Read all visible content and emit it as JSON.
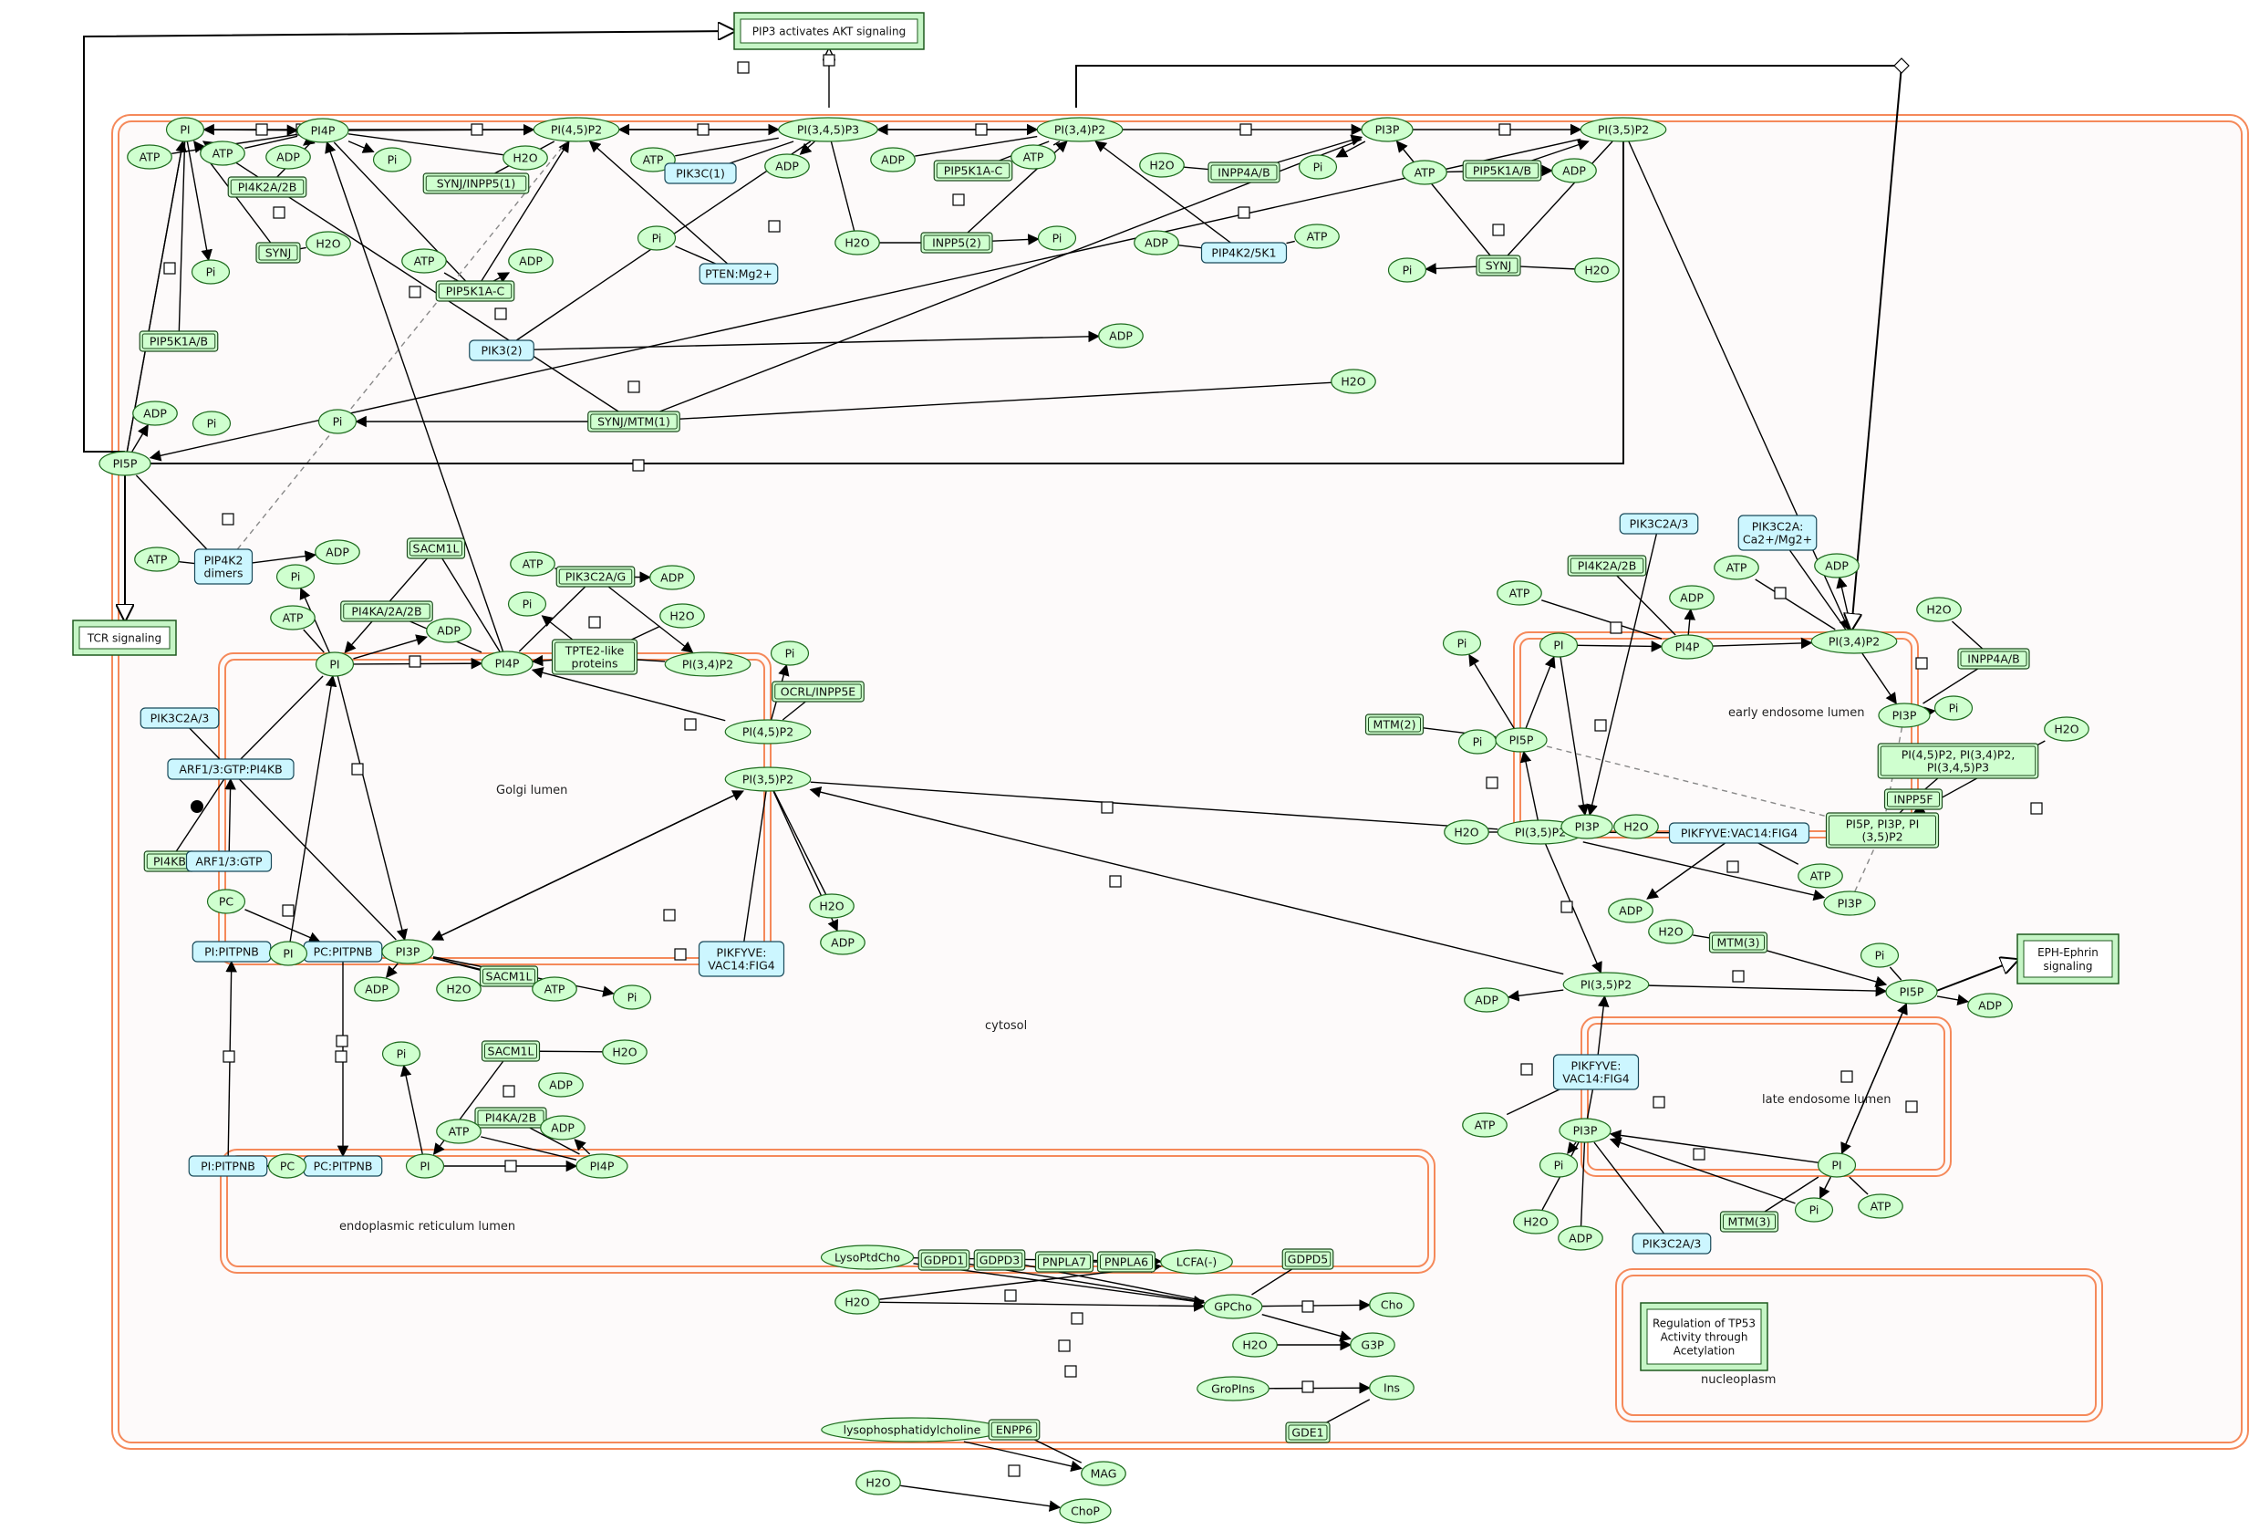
{
  "diagram": {
    "compartments": [
      {
        "id": "cytosol",
        "label": "cytosol"
      },
      {
        "id": "golgi",
        "label": "Golgi lumen"
      },
      {
        "id": "er",
        "label": "endoplasmic reticulum lumen"
      },
      {
        "id": "ee",
        "label": "early endosome lumen"
      },
      {
        "id": "le",
        "label": "late endosome lumen"
      },
      {
        "id": "nuc",
        "label": "nucleoplasm"
      }
    ],
    "pathways": [
      {
        "id": "akt",
        "label": "PIP3 activates AKT signaling"
      },
      {
        "id": "tcr",
        "label": "TCR signaling"
      },
      {
        "id": "eph",
        "label": "EPH-Ephrin signaling",
        "lines": [
          "EPH-Ephrin",
          "signaling"
        ]
      },
      {
        "id": "tp53",
        "label": "Regulation of TP53 Activity through Acetylation",
        "lines": [
          "Regulation of TP53",
          "Activity through",
          "Acetylation"
        ]
      }
    ],
    "nodes": [
      {
        "id": "pi_a",
        "type": "chem",
        "label": "PI"
      },
      {
        "id": "pi4p_a",
        "type": "chem",
        "label": "PI4P"
      },
      {
        "id": "pi45p2_a",
        "type": "chem",
        "label": "PI(4,5)P2"
      },
      {
        "id": "pi345p3_a",
        "type": "chem",
        "label": "PI(3,4,5)P3"
      },
      {
        "id": "pi34p2_a",
        "type": "chem",
        "label": "PI(3,4)P2"
      },
      {
        "id": "pi3p_a",
        "type": "chem",
        "label": "PI3P"
      },
      {
        "id": "pi35p2_a",
        "type": "chem",
        "label": "PI(3,5)P2"
      },
      {
        "id": "atp_1",
        "type": "chem",
        "label": "ATP"
      },
      {
        "id": "atp_2",
        "type": "chem",
        "label": "ATP"
      },
      {
        "id": "adp_1",
        "type": "chem",
        "label": "ADP"
      },
      {
        "id": "h2o_1",
        "type": "chem",
        "label": "H2O"
      },
      {
        "id": "pi_p1",
        "type": "chem",
        "label": "Pi"
      },
      {
        "id": "pi_p2",
        "type": "chem",
        "label": "Pi"
      },
      {
        "id": "h2o_2",
        "type": "chem",
        "label": "H2O"
      },
      {
        "id": "atp_3",
        "type": "chem",
        "label": "ATP"
      },
      {
        "id": "adp_2",
        "type": "chem",
        "label": "ADP"
      },
      {
        "id": "atp_4",
        "type": "chem",
        "label": "ATP"
      },
      {
        "id": "adp_3",
        "type": "chem",
        "label": "ADP"
      },
      {
        "id": "pi_p3",
        "type": "chem",
        "label": "Pi"
      },
      {
        "id": "h2o_3",
        "type": "chem",
        "label": "H2O"
      },
      {
        "id": "adp_4",
        "type": "chem",
        "label": "ADP"
      },
      {
        "id": "atp_5",
        "type": "chem",
        "label": "ATP"
      },
      {
        "id": "pi_p4",
        "type": "chem",
        "label": "Pi"
      },
      {
        "id": "h2o_4",
        "type": "chem",
        "label": "H2O"
      },
      {
        "id": "pi_p5",
        "type": "chem",
        "label": "Pi"
      },
      {
        "id": "adp_5",
        "type": "chem",
        "label": "ADP"
      },
      {
        "id": "atp_6",
        "type": "chem",
        "label": "ATP"
      },
      {
        "id": "adp_6",
        "type": "chem",
        "label": "ADP"
      },
      {
        "id": "atp_7",
        "type": "chem",
        "label": "ATP"
      },
      {
        "id": "adp_7",
        "type": "chem",
        "label": "ADP"
      },
      {
        "id": "pi_p6",
        "type": "chem",
        "label": "Pi"
      },
      {
        "id": "h2o_5",
        "type": "chem",
        "label": "H2O"
      },
      {
        "id": "adp_8",
        "type": "chem",
        "label": "ADP"
      },
      {
        "id": "h2o_6",
        "type": "chem",
        "label": "H2O"
      },
      {
        "id": "pi_p7",
        "type": "chem",
        "label": "Pi"
      },
      {
        "id": "pi_p8",
        "type": "chem",
        "label": "Pi"
      },
      {
        "id": "pi5p_a",
        "type": "chem",
        "label": "PI5P"
      },
      {
        "id": "atp_8",
        "type": "chem",
        "label": "ATP"
      },
      {
        "id": "adp_9",
        "type": "chem",
        "label": "ADP"
      },
      {
        "id": "pi4k2a2b",
        "type": "complex",
        "label": "PI4K2A/2B"
      },
      {
        "id": "synj_1",
        "type": "complex",
        "label": "SYNJ"
      },
      {
        "id": "pip5k1ab_1",
        "type": "complex",
        "label": "PIP5K1A/B"
      },
      {
        "id": "synj_inpp5",
        "type": "complex",
        "label": "SYNJ/INPP5(1)"
      },
      {
        "id": "pip5k1ac_1",
        "type": "complex",
        "label": "PIP5K1A-C"
      },
      {
        "id": "pik3_2",
        "type": "protein",
        "label": "PIK3(2)"
      },
      {
        "id": "pik3c1",
        "type": "protein",
        "label": "PIK3C(1)"
      },
      {
        "id": "pten",
        "type": "protein",
        "label": "PTEN:Mg2+"
      },
      {
        "id": "pip5k1ac_2",
        "type": "complex",
        "label": "PIP5K1A-C"
      },
      {
        "id": "inpp5_2",
        "type": "complex",
        "label": "INPP5(2)"
      },
      {
        "id": "inpp4ab_1",
        "type": "complex",
        "label": "INPP4A/B"
      },
      {
        "id": "pip4k25k1",
        "type": "protein",
        "label": "PIP4K2/5K1"
      },
      {
        "id": "pip5k1ab_2",
        "type": "complex",
        "label": "PIP5K1A/B"
      },
      {
        "id": "synj_2",
        "type": "complex",
        "label": "SYNJ"
      },
      {
        "id": "synj_mtm1",
        "type": "complex",
        "label": "SYNJ/MTM(1)"
      },
      {
        "id": "pip4k2dim",
        "type": "protein",
        "label": "PIP4K2 dimers",
        "lines": [
          "PIP4K2",
          "dimers"
        ]
      },
      {
        "id": "sacm1l_1",
        "type": "complex",
        "label": "SACM1L"
      },
      {
        "id": "pi4ka2a2b",
        "type": "complex",
        "label": "PI4KA/2A/2B"
      },
      {
        "id": "pik3c2ag",
        "type": "complex",
        "label": "PIK3C2A/G"
      },
      {
        "id": "tpte2",
        "type": "complex",
        "label": "TPTE2-like proteins",
        "lines": [
          "TPTE2-like",
          "proteins"
        ]
      },
      {
        "id": "ocrl",
        "type": "complex",
        "label": "OCRL/INPP5E"
      },
      {
        "id": "pik3c2a3_1",
        "type": "protein",
        "label": "PIK3C2A/3"
      },
      {
        "id": "arf_pi4kb",
        "type": "protein",
        "label": "ARF1/3:GTP:PI4KB"
      },
      {
        "id": "pi4kb",
        "type": "complex",
        "label": "PI4KB"
      },
      {
        "id": "arf_gtp",
        "type": "protein",
        "label": "ARF1/3:GTP"
      },
      {
        "id": "pikfyve_1",
        "type": "protein",
        "label": "PIKFYVE:VAC14:FIG4",
        "lines": [
          "PIKFYVE:",
          "VAC14:FIG4"
        ]
      },
      {
        "id": "sacm1l_2",
        "type": "complex",
        "label": "SACM1L"
      },
      {
        "id": "sacm1l_3",
        "type": "complex",
        "label": "SACM1L"
      },
      {
        "id": "pi4ka2b",
        "type": "complex",
        "label": "PI4KA/2B"
      },
      {
        "id": "pi_pitpnb_1",
        "type": "protein",
        "label": "PI:PITPNB"
      },
      {
        "id": "pc_pitpnb_1",
        "type": "protein",
        "label": "PC:PITPNB"
      },
      {
        "id": "pi_pitpnb_2",
        "type": "protein",
        "label": "PI:PITPNB"
      },
      {
        "id": "pc_pitpnb_2",
        "type": "protein",
        "label": "PC:PITPNB"
      },
      {
        "id": "atp_g1",
        "type": "chem",
        "label": "ATP"
      },
      {
        "id": "pi_g",
        "type": "chem",
        "label": "PI"
      },
      {
        "id": "pi4p_g",
        "type": "chem",
        "label": "PI4P"
      },
      {
        "id": "pi34p2_g",
        "type": "chem",
        "label": "PI(3,4)P2"
      },
      {
        "id": "pi45p2_g",
        "type": "chem",
        "label": "PI(4,5)P2"
      },
      {
        "id": "pi35p2_g",
        "type": "chem",
        "label": "PI(3,5)P2"
      },
      {
        "id": "pi3p_g",
        "type": "chem",
        "label": "PI3P"
      },
      {
        "id": "adp_g1",
        "type": "chem",
        "label": "ADP"
      },
      {
        "id": "pi_pg1",
        "type": "chem",
        "label": "Pi"
      },
      {
        "id": "adp_g2",
        "type": "chem",
        "label": "ADP"
      },
      {
        "id": "atp_g2",
        "type": "chem",
        "label": "ATP"
      },
      {
        "id": "pi_pg2",
        "type": "chem",
        "label": "Pi"
      },
      {
        "id": "adp_g3",
        "type": "chem",
        "label": "ADP"
      },
      {
        "id": "h2o_g1",
        "type": "chem",
        "label": "H2O"
      },
      {
        "id": "pi_pg3",
        "type": "chem",
        "label": "Pi"
      },
      {
        "id": "pc_g",
        "type": "chem",
        "label": "PC"
      },
      {
        "id": "pi_c1",
        "type": "chem",
        "label": "PI"
      },
      {
        "id": "adp_g4",
        "type": "chem",
        "label": "ADP"
      },
      {
        "id": "h2o_g2",
        "type": "chem",
        "label": "H2O"
      },
      {
        "id": "atp_g3",
        "type": "chem",
        "label": "ATP"
      },
      {
        "id": "pi_pg4",
        "type": "chem",
        "label": "Pi"
      },
      {
        "id": "h2o_g3",
        "type": "chem",
        "label": "H2O"
      },
      {
        "id": "adp_g5",
        "type": "chem",
        "label": "ADP"
      },
      {
        "id": "pi_pe1",
        "type": "chem",
        "label": "Pi"
      },
      {
        "id": "h2o_e1",
        "type": "chem",
        "label": "H2O"
      },
      {
        "id": "atp_e1",
        "type": "chem",
        "label": "ATP"
      },
      {
        "id": "adp_e1",
        "type": "chem",
        "label": "ADP"
      },
      {
        "id": "pc_er",
        "type": "chem",
        "label": "PC"
      },
      {
        "id": "pi_er",
        "type": "chem",
        "label": "PI"
      },
      {
        "id": "pi4p_er",
        "type": "chem",
        "label": "PI4P"
      },
      {
        "id": "lysoptdcho",
        "type": "chem",
        "label": "LysoPtdCho"
      },
      {
        "id": "gdpd1",
        "type": "complex",
        "label": "GDPD1"
      },
      {
        "id": "gdpd3",
        "type": "complex",
        "label": "GDPD3"
      },
      {
        "id": "pnpla7",
        "type": "complex",
        "label": "PNPLA7"
      },
      {
        "id": "pnpla6",
        "type": "complex",
        "label": "PNPLA6"
      },
      {
        "id": "lcfa",
        "type": "chem",
        "label": "LCFA(-)"
      },
      {
        "id": "gdpd5",
        "type": "complex",
        "label": "GDPD5"
      },
      {
        "id": "h2o_l1",
        "type": "chem",
        "label": "H2O"
      },
      {
        "id": "gpcho",
        "type": "chem",
        "label": "GPCho"
      },
      {
        "id": "cho",
        "type": "chem",
        "label": "Cho"
      },
      {
        "id": "h2o_l2",
        "type": "chem",
        "label": "H2O"
      },
      {
        "id": "g3p",
        "type": "chem",
        "label": "G3P"
      },
      {
        "id": "groplns",
        "type": "chem",
        "label": "GroPIns"
      },
      {
        "id": "ins",
        "type": "chem",
        "label": "Ins"
      },
      {
        "id": "gde1",
        "type": "complex",
        "label": "GDE1"
      },
      {
        "id": "lpc",
        "type": "chem",
        "label": "lysophosphatidylcholine"
      },
      {
        "id": "enpp6",
        "type": "complex",
        "label": "ENPP6"
      },
      {
        "id": "h2o_l3",
        "type": "chem",
        "label": "H2O"
      },
      {
        "id": "mag",
        "type": "chem",
        "label": "MAG"
      },
      {
        "id": "chop",
        "type": "chem",
        "label": "ChoP"
      },
      {
        "id": "pik3c2a3_2",
        "type": "protein",
        "label": "PIK3C2A/3"
      },
      {
        "id": "pik3c2a_ca",
        "type": "protein",
        "label": "PIK3C2A:Ca2+/Mg2+",
        "lines": [
          "PIK3C2A:",
          "Ca2+/Mg2+"
        ]
      },
      {
        "id": "atp_r1",
        "type": "chem",
        "label": "ATP"
      },
      {
        "id": "pi4k2a2b_2",
        "type": "complex",
        "label": "PI4K2A/2B"
      },
      {
        "id": "adp_r1",
        "type": "chem",
        "label": "ADP"
      },
      {
        "id": "atp_r2",
        "type": "chem",
        "label": "ATP"
      },
      {
        "id": "adp_r2",
        "type": "chem",
        "label": "ADP"
      },
      {
        "id": "h2o_r1",
        "type": "chem",
        "label": "H2O"
      },
      {
        "id": "pi_r1",
        "type": "chem",
        "label": "PI"
      },
      {
        "id": "pi4p_r",
        "type": "chem",
        "label": "PI4P"
      },
      {
        "id": "pi34p2_r",
        "type": "chem",
        "label": "PI(3,4)P2"
      },
      {
        "id": "inpp4ab_2",
        "type": "complex",
        "label": "INPP4A/B"
      },
      {
        "id": "pi_pr1",
        "type": "chem",
        "label": "Pi"
      },
      {
        "id": "pi_pr2",
        "type": "chem",
        "label": "Pi"
      },
      {
        "id": "pi3p_r1",
        "type": "chem",
        "label": "PI3P"
      },
      {
        "id": "mtm2",
        "type": "complex",
        "label": "MTM(2)"
      },
      {
        "id": "pi_pr3",
        "type": "chem",
        "label": "Pi"
      },
      {
        "id": "pi5p_r1",
        "type": "chem",
        "label": "PI5P"
      },
      {
        "id": "pi_mix1",
        "type": "complex",
        "label": "PI(4,5)P2, PI(3,4)P2, PI(3,4,5)P3",
        "lines": [
          "PI(4,5)P2, PI(3,4)P2,",
          "PI(3,4,5)P3"
        ]
      },
      {
        "id": "h2o_r2",
        "type": "chem",
        "label": "H2O"
      },
      {
        "id": "inpp5f",
        "type": "complex",
        "label": "INPP5F"
      },
      {
        "id": "pi_mix2",
        "type": "complex",
        "label": "PI5P, PI3P, PI(3,5)P2",
        "lines": [
          "PI5P, PI3P, PI",
          "(3,5)P2"
        ]
      },
      {
        "id": "h2o_r3",
        "type": "chem",
        "label": "H2O"
      },
      {
        "id": "pi35p2_r1",
        "type": "chem",
        "label": "PI(3,5)P2"
      },
      {
        "id": "pi3p_r2",
        "type": "chem",
        "label": "PI3P"
      },
      {
        "id": "h2o_r4",
        "type": "chem",
        "label": "H2O"
      },
      {
        "id": "pikfyve_2",
        "type": "protein",
        "label": "PIKFYVE:VAC14:FIG4"
      },
      {
        "id": "atp_r3",
        "type": "chem",
        "label": "ATP"
      },
      {
        "id": "adp_r3",
        "type": "chem",
        "label": "ADP"
      },
      {
        "id": "pi3p_r3",
        "type": "chem",
        "label": "PI3P"
      },
      {
        "id": "h2o_r5",
        "type": "chem",
        "label": "H2O"
      },
      {
        "id": "mtm3_1",
        "type": "complex",
        "label": "MTM(3)"
      },
      {
        "id": "pi_pr4",
        "type": "chem",
        "label": "Pi"
      },
      {
        "id": "pi35p2_r2",
        "type": "chem",
        "label": "PI(3,5)P2"
      },
      {
        "id": "pi5p_r2",
        "type": "chem",
        "label": "PI5P"
      },
      {
        "id": "adp_r4",
        "type": "chem",
        "label": "ADP"
      },
      {
        "id": "adp_r5",
        "type": "chem",
        "label": "ADP"
      },
      {
        "id": "pikfyve_3",
        "type": "protein",
        "label": "PIKFYVE:VAC14:FIG4",
        "lines": [
          "PIKFYVE:",
          "VAC14:FIG4"
        ]
      },
      {
        "id": "atp_r4",
        "type": "chem",
        "label": "ATP"
      },
      {
        "id": "pi3p_r4",
        "type": "chem",
        "label": "PI3P"
      },
      {
        "id": "pi_pr5",
        "type": "chem",
        "label": "Pi"
      },
      {
        "id": "pi_r2",
        "type": "chem",
        "label": "PI"
      },
      {
        "id": "h2o_r6",
        "type": "chem",
        "label": "H2O"
      },
      {
        "id": "adp_r6",
        "type": "chem",
        "label": "ADP"
      },
      {
        "id": "pik3c2a3_3",
        "type": "protein",
        "label": "PIK3C2A/3"
      },
      {
        "id": "mtm3_2",
        "type": "complex",
        "label": "MTM(3)"
      },
      {
        "id": "pi_pr6",
        "type": "chem",
        "label": "Pi"
      },
      {
        "id": "atp_r5",
        "type": "chem",
        "label": "ATP"
      }
    ]
  }
}
